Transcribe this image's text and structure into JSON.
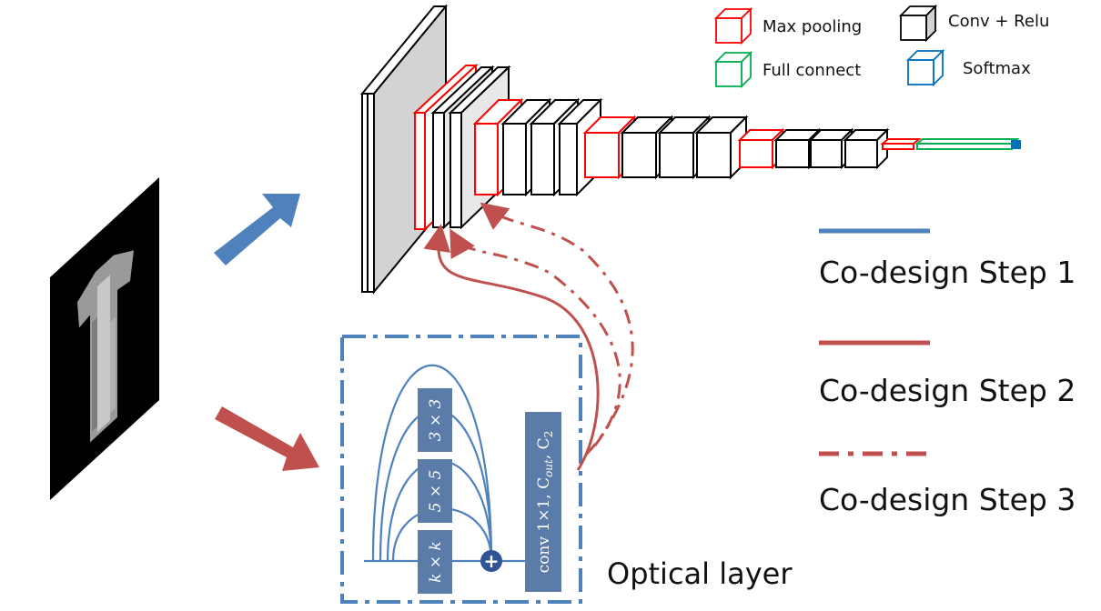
{
  "legend": {
    "max_pooling": "Max pooling",
    "conv_relu": "Conv + Relu",
    "full_connect": "Full connect",
    "softmax": "Softmax"
  },
  "steps": {
    "step1": "Co-design Step 1",
    "step2": "Co-design Step 2",
    "step3": "Co-design Step 3"
  },
  "optical": {
    "label": "Optical layer",
    "box_3x3": "3 × 3",
    "box_5x5": "5 × 5",
    "box_kxk": "k × k",
    "plus": "+",
    "conv_label": "conv  1×1, C",
    "conv_sub_out": "out",
    "conv_mid": ", C",
    "conv_sub_2": "2"
  },
  "colors": {
    "conv_relu": "#000000",
    "max_pooling": "#ff0000",
    "full_connect": "#00b050",
    "softmax": "#0070c0",
    "step1": "#4f81bd",
    "step2": "#c0504d",
    "optical_box": "#5b7ba8"
  }
}
